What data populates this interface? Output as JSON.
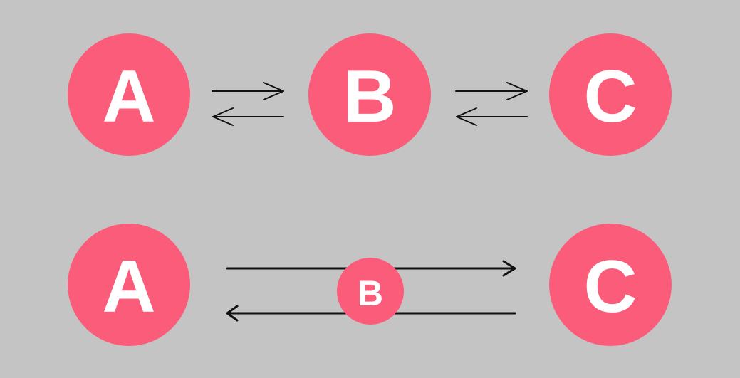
{
  "colors": {
    "background": "#c4c4c4",
    "node_fill": "#fb5c79",
    "node_text": "#ffffff",
    "arrow": "#111111"
  },
  "top_row": {
    "node_a": {
      "label": "A"
    },
    "node_b": {
      "label": "B"
    },
    "node_c": {
      "label": "C"
    }
  },
  "bottom_row": {
    "node_a": {
      "label": "A"
    },
    "node_b": {
      "label": "B"
    },
    "node_c": {
      "label": "C"
    }
  }
}
